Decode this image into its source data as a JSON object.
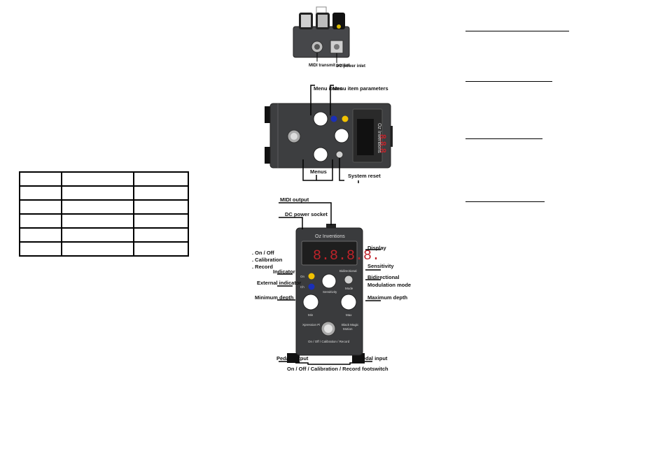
{
  "left_table": {
    "rows": 6,
    "cols": 3
  },
  "top_pedal": {
    "midi_transmit_socket": "MIDI transmit socket",
    "dc_power_inlet": "DC power inlet"
  },
  "side_view": {
    "menu_items": "Menu items",
    "menu_item_parameters": "Menu item parameters",
    "menus": "Menus",
    "system_reset": "System reset",
    "brand": "Oz Inventions",
    "display_text": "8.8.8"
  },
  "front_view": {
    "brand": "Oz Inventions",
    "display_text": "8.8.8.8.",
    "labels": {
      "midi_output": "MIDI output",
      "dc_power_socket": "DC power socket",
      "on_off": ". On / Off",
      "calibration": ". Calibration",
      "record": ". Record",
      "indicator": "Indicator",
      "external_indicator": "External indicator",
      "minimum_depth": "Minimum depth",
      "display": "Display",
      "sensitivity": "Sensitivity",
      "bidirectional": "Bidirectional",
      "modulation_mode": "Modulation mode",
      "maximum_depth": "Maximum depth",
      "pedal_output": "Pedal output",
      "pedal_input": "Pedal input",
      "footswitch": "On / Off / Calibration / Record footswitch"
    },
    "panel": {
      "on": "On",
      "ch": "Ch",
      "sensitivity": "Sensitivity",
      "bidirectional": "Bidirectional",
      "mode": "Mode",
      "min": "Min",
      "max": "Max",
      "apression": "Xpression Pi",
      "black_magic": "Black Magic",
      "motion": "Motion",
      "footswitch_caption": "On / Off / Calibration / Record"
    }
  },
  "colors": {
    "enclosure": "#3a3b3d",
    "led_on": "#f2c200",
    "led_ch": "#1a2fb8",
    "display": "#c0232a"
  }
}
